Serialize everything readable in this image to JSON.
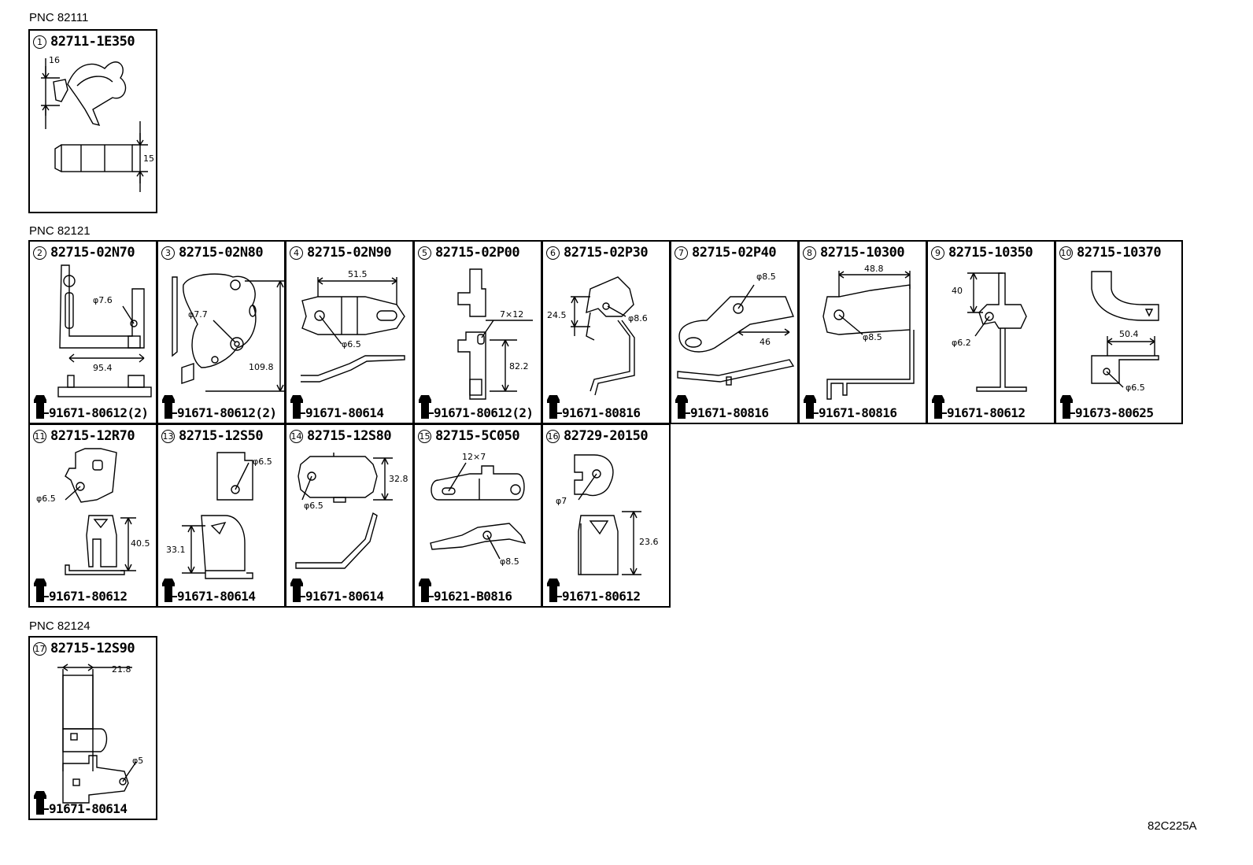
{
  "pnc_groups": [
    {
      "label": "PNC 82111"
    },
    {
      "label": "PNC 82121"
    },
    {
      "label": "PNC 82124"
    }
  ],
  "parts": [
    {
      "num": "1",
      "part_no": "82711-1E350",
      "bolt": "",
      "dims": [
        "16",
        "15"
      ]
    },
    {
      "num": "2",
      "part_no": "82715-02N70",
      "bolt": "91671-80612(2)",
      "dims": [
        "φ7.6",
        "95.4"
      ]
    },
    {
      "num": "3",
      "part_no": "82715-02N80",
      "bolt": "91671-80612(2)",
      "dims": [
        "φ7.7",
        "109.8"
      ]
    },
    {
      "num": "4",
      "part_no": "82715-02N90",
      "bolt": "91671-80614",
      "dims": [
        "51.5",
        "φ6.5"
      ]
    },
    {
      "num": "5",
      "part_no": "82715-02P00",
      "bolt": "91671-80612(2)",
      "dims": [
        "7×12",
        "82.2"
      ]
    },
    {
      "num": "6",
      "part_no": "82715-02P30",
      "bolt": "91671-80816",
      "dims": [
        "24.5",
        "φ8.6"
      ]
    },
    {
      "num": "7",
      "part_no": "82715-02P40",
      "bolt": "91671-80816",
      "dims": [
        "φ8.5",
        "46"
      ]
    },
    {
      "num": "8",
      "part_no": "82715-10300",
      "bolt": "91671-80816",
      "dims": [
        "48.8",
        "φ8.5"
      ]
    },
    {
      "num": "9",
      "part_no": "82715-10350",
      "bolt": "91671-80612",
      "dims": [
        "40",
        "φ6.2"
      ]
    },
    {
      "num": "10",
      "part_no": "82715-10370",
      "bolt": "91673-80625",
      "dims": [
        "50.4",
        "φ6.5"
      ]
    },
    {
      "num": "11",
      "part_no": "82715-12R70",
      "bolt": "91671-80612",
      "dims": [
        "φ6.5",
        "40.5"
      ]
    },
    {
      "num": "13",
      "part_no": "82715-12S50",
      "bolt": "91671-80614",
      "dims": [
        "φ6.5",
        "33.1"
      ]
    },
    {
      "num": "14",
      "part_no": "82715-12S80",
      "bolt": "91671-80614",
      "dims": [
        "32.8",
        "φ6.5"
      ]
    },
    {
      "num": "15",
      "part_no": "82715-5C050",
      "bolt": "91621-B0816",
      "dims": [
        "12×7",
        "φ8.5"
      ]
    },
    {
      "num": "16",
      "part_no": "82729-20150",
      "bolt": "91671-80612",
      "dims": [
        "φ7",
        "23.6"
      ]
    },
    {
      "num": "17",
      "part_no": "82715-12S90",
      "bolt": "91671-80614",
      "dims": [
        "21.8",
        "φ5"
      ]
    }
  ],
  "drawing_code": "82C225A"
}
